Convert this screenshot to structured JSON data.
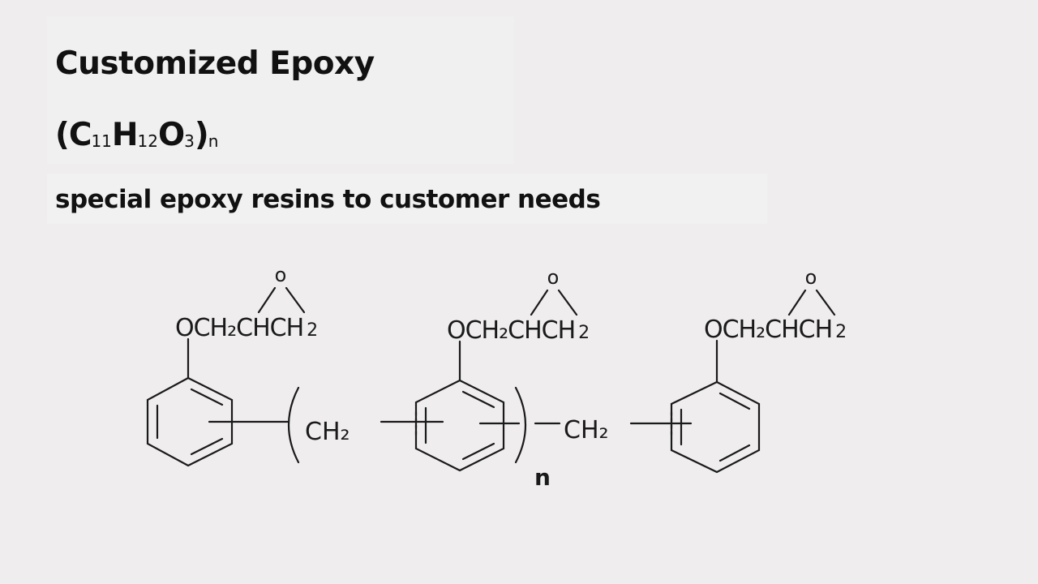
{
  "header": {
    "title": "Customized Epoxy",
    "formula": {
      "open": "(",
      "c": "C",
      "c_sub": "11",
      "h": "H",
      "h_sub": "12",
      "o": "O",
      "o_sub": "3",
      "close": ")",
      "n_sub": "n"
    },
    "subtitle": "special epoxy resins to customer needs"
  },
  "structure": {
    "epoxide_oxygen": "o",
    "glycidyl_group": "OCH₂CHCH",
    "glycidyl_sub": "2",
    "methylene": "CH₂",
    "repeat_index": "n"
  }
}
